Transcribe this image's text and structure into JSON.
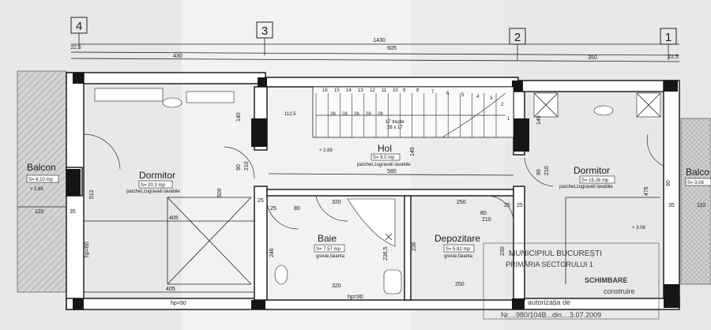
{
  "axes": [
    "4",
    "3",
    "2",
    "1"
  ],
  "dimensions": {
    "total": "1430",
    "seg_430": "430",
    "seg_605": "605",
    "seg_350": "350",
    "edge_left": "22,5",
    "edge_right": "22,5"
  },
  "rooms": {
    "balcon_left": {
      "name": "Balcon",
      "area": "S= 6.10 mp",
      "level": "+ 2.88"
    },
    "dormitor_left": {
      "name": "Dormitor",
      "area": "S= 20.3 mp",
      "finish": "parchet,zugraveli lavabile"
    },
    "hol": {
      "name": "Hol",
      "area": "S= 9.0 mp",
      "finish": "parchet,zugraveli lavabile",
      "level": "+ 2.88"
    },
    "baie": {
      "name": "Baie",
      "area": "S= 7.57 mp",
      "finish": "gresie,faianta"
    },
    "depozitare": {
      "name": "Depozitare",
      "area": "S= 5.82 mp",
      "finish": "gresie,faianta"
    },
    "dormitor_right": {
      "name": "Dormitor",
      "area": "S= 15.26 mp",
      "finish": "parchet,zugraveli lavabile",
      "level": "+ 3.06"
    },
    "balcon_right": {
      "name": "Balco",
      "area": "S= 3.08"
    }
  },
  "stair": {
    "steps_top": [
      "16",
      "15",
      "14",
      "13",
      "12",
      "11",
      "10",
      "9",
      "8",
      "7",
      "6",
      "5",
      "4",
      "3",
      "2",
      "1"
    ],
    "treads": [
      "28",
      "28",
      "28",
      "28",
      "28"
    ],
    "label_count": "17 trepte",
    "label_size": "28 x 17",
    "width_dim": "112.5"
  },
  "labels": {
    "d_120": "120",
    "d_35": "35",
    "d_512": "512",
    "d_hp60": "hp=60",
    "d_405_a": "405",
    "d_405_b": "405",
    "d_hp90_a": "hp=90",
    "d_hp90_b": "hp=90",
    "d_140": "140",
    "d_90_210_a": "90",
    "d_210_a": "210",
    "d_500": "500",
    "d_580": "580",
    "d_145": "145",
    "d_25_a": "25",
    "d_25_b": "25",
    "d_80_a": "80",
    "d_320_a": "320",
    "d_320_b": "320",
    "d_236_5": "236,5",
    "d_246": "246",
    "d_236": "236",
    "d_250_a": "250",
    "d_250_b": "250",
    "d_80_b": "80",
    "d_210_b": "210",
    "d_25_c": "25",
    "d_25_d": "25",
    "d_230": "230",
    "d_90_b": "90",
    "d_210_c": "210",
    "d_140_b": "140",
    "d_476": "476",
    "d_90_c": "90",
    "d_35_b": "35",
    "d_110": "110"
  },
  "stamp": {
    "line1": "MUNICIPIUL BUCUREȘTI",
    "line2": "PRIMĂRIA SECTORULUI 1",
    "line3": "SCHIMBARE",
    "line4": "construire",
    "line5": "autorizația de",
    "line6": "Nr....980/104B...din....3.07.2009"
  },
  "colors": {
    "wall": "#ffffff",
    "pier": "#151515",
    "background": "#e6e6e6"
  }
}
